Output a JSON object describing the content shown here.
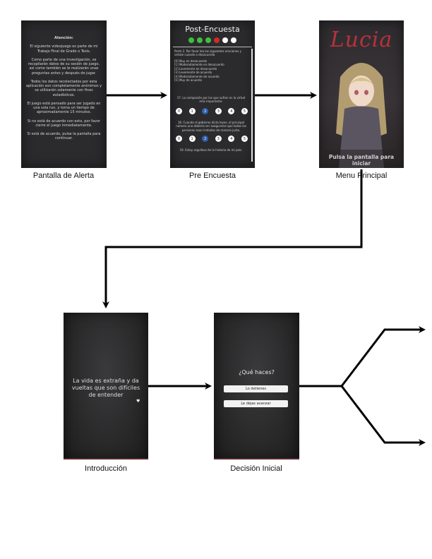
{
  "captions": {
    "alert": "Pantalla de Alerta",
    "pre": "Pre Encuesta",
    "menu": "Menu Principal",
    "intro": "Introducción",
    "decision": "Decisión Inicial"
  },
  "alert": {
    "heading": "Atención:",
    "p1": "El siguiente videojuego es parte de mi Trabajo Final de Grado o Tesis.",
    "p2": "Como parte de una investigación, se recopilarán datos de su sesión de juego, así como también se le realizarán unas preguntas antes y después de jugar.",
    "p3": "Todos los datos recolectados por esta aplicación son completamente anónimos y se utilizarán solamente con fines estadísticos.",
    "p4": "El juego está pensado para ser jugado en una sola run, y toma un tiempo de aproximadamente 15 minutos.",
    "p5": "Si no está de acuerdo con esto, por favor cierre el juego inmediatamente.",
    "p6": "Si está de acuerdo, pulse la pantalla para continuar."
  },
  "pre": {
    "title": "Post-Encuesta",
    "dot_colors": [
      "#3fbf3f",
      "#3fbf3f",
      "#3fbf3f",
      "#d02a2a",
      "#ffffff",
      "#ffffff"
    ],
    "intro": "Parte 2. Por favor lea las siguientes oraciones y señale cuando o desacuerdo",
    "legend": [
      "[0] Muy en desacuerdo",
      "[1] Moderadamente en desacuerdo",
      "[2] Levemente en desacuerdo",
      "[3] Levemente de acuerdo",
      "[4] Moderadamente de acuerdo",
      "[5] Muy de acuerdo"
    ],
    "q17": "17. La compasión por los que sufren es la virtud más importante.",
    "q18": "18. Cuando el gobierno dicta leyes, el principal número uno debería ser asegurarse que todas las personas sean tratadas de manera justa.",
    "q19": "19. Estoy orgulloso de la historia de mi país.",
    "scale": [
      "0",
      "1",
      "2",
      "3",
      "4",
      "5"
    ],
    "selected_q17": 2,
    "selected_q18": 2
  },
  "menu": {
    "title": "Lucia",
    "prompt": "Pulsa la pantalla para iniciar"
  },
  "intro": {
    "text": "La vida es extraña y da vueltas que son difíciles de entender",
    "heart": "♥"
  },
  "decision": {
    "question": "¿Qué haces?",
    "option1": "Lo detienes",
    "option2": "Le dejas avanzar"
  }
}
